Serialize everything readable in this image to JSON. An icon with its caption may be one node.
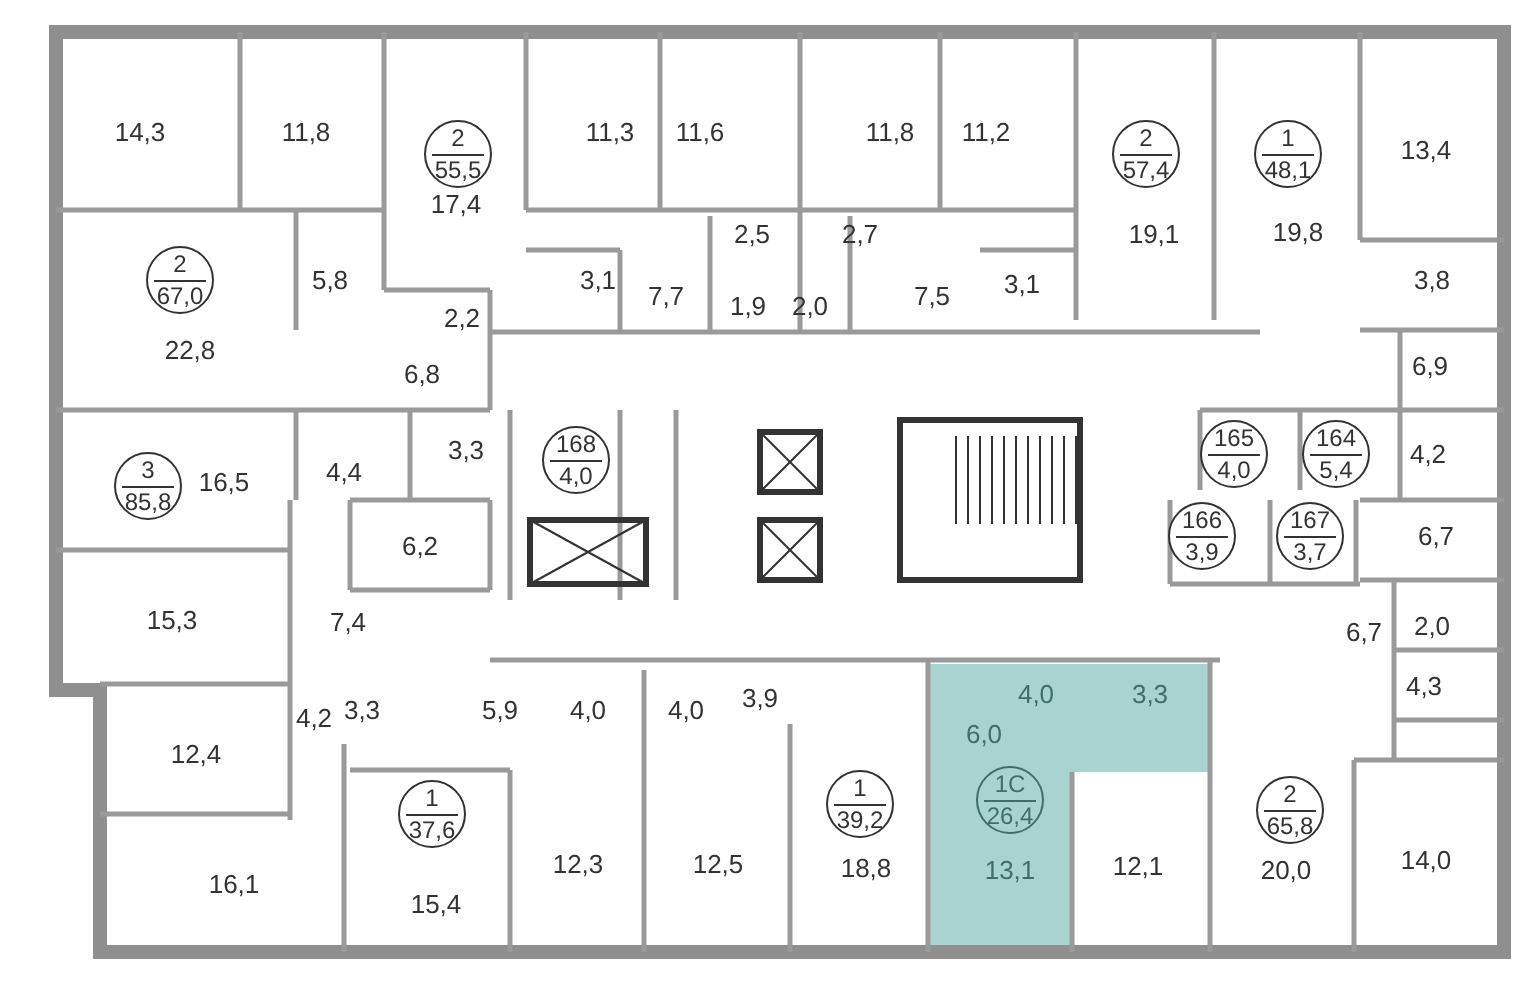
{
  "diagram": {
    "nodes": [
      {
        "text": [
          "2",
          "55,5"
        ]
      },
      {
        "text": [
          "2",
          "57,4"
        ]
      },
      {
        "text": [
          "1",
          "48,1"
        ]
      },
      {
        "text": [
          "2",
          "67,0"
        ]
      },
      {
        "text": [
          "3",
          "85,8"
        ]
      },
      {
        "text": [
          "168",
          "4,0"
        ]
      },
      {
        "text": [
          "165",
          "4,0"
        ]
      },
      {
        "text": [
          "164",
          "5,4"
        ]
      },
      {
        "text": [
          "166",
          "3,9"
        ]
      },
      {
        "text": [
          "167",
          "3,7"
        ]
      },
      {
        "text": [
          "1С",
          "26,4"
        ]
      },
      {
        "text": [
          "1",
          "37,6"
        ]
      },
      {
        "text": [
          "1",
          "39,2"
        ]
      },
      {
        "text": [
          "2",
          "65,8"
        ]
      }
    ],
    "labels": [
      "14,3",
      "11,8",
      "11,3",
      "11,6",
      "11,8",
      "11,2",
      "13,4",
      "17,4",
      "2,5",
      "2,7",
      "19,1",
      "19,8",
      "5,8",
      "3,1",
      "7,7",
      "1,9",
      "2,0",
      "7,5",
      "3,1",
      "3,8",
      "2,2",
      "22,8",
      "6,8",
      "6,9",
      "3,3",
      "4,2",
      "16,5",
      "4,4",
      "6,2",
      "6,7",
      "15,3",
      "7,4",
      "6,7",
      "2,0",
      "4,0",
      "3,3",
      "4,3",
      "4,2",
      "3,3",
      "5,9",
      "4,0",
      "4,0",
      "3,9",
      "6,0",
      "12,4",
      "15,4",
      "12,3",
      "12,5",
      "18,8",
      "13,1",
      "12,1",
      "20,0",
      "14,0",
      "16,1"
    ]
  }
}
